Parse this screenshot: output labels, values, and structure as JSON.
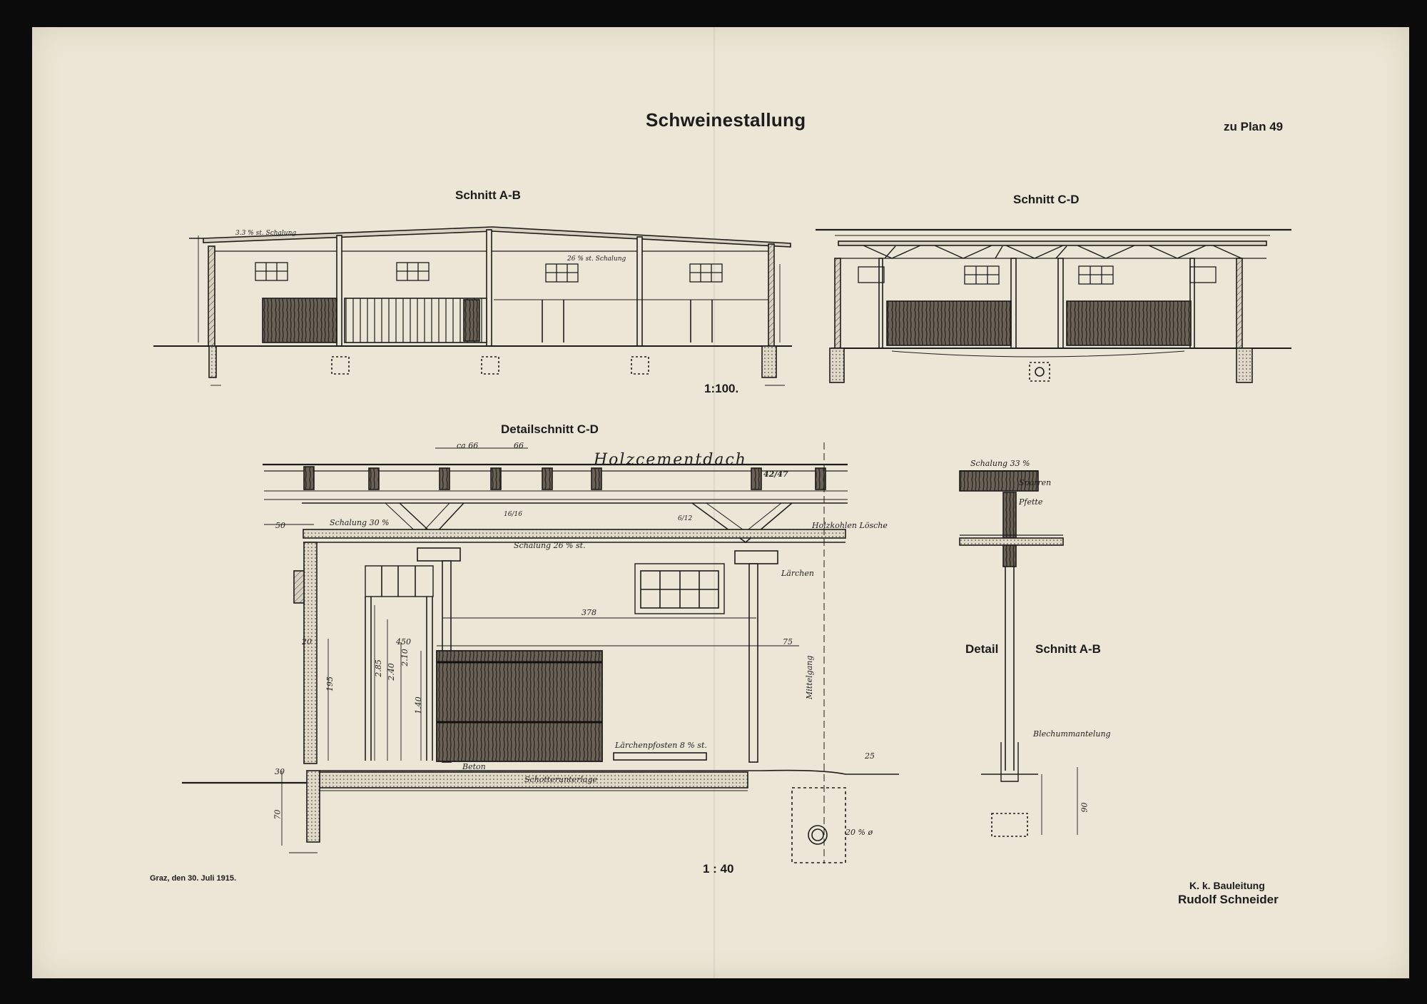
{
  "sheet": {
    "title": "Schweinestallung",
    "plan_ref": "zu Plan 49",
    "date_line": "Graz, den 30. Juli 1915.",
    "signature_office": "K. k. Bauleitung",
    "signature_name": "Rudolf Schneider"
  },
  "sections": {
    "ab_title": "Schnitt A-B",
    "cd_title": "Schnitt C-D",
    "scale_100": "1:100.",
    "detail_cd_title": "Detailschnitt C-D",
    "scale_40": "1 : 40",
    "detail_ab_word1": "Detail",
    "detail_ab_word2": "Schnitt A-B"
  },
  "annotations": {
    "roof_cd": "Holzcementdach",
    "schalung_30": "Schalung 30 %",
    "holzkohlen": "Holzkohlen Lösche",
    "schalung_26": "Schalung 26 % st.",
    "laerchen": "Lärchen",
    "laerchenpfosten": "Lärchenpfosten 8 % st.",
    "mittelgang": "Mittelgang",
    "beton": "Beton",
    "schotter": "Schotterunterlage",
    "rohr": "20 % ø",
    "schalung_33": "Schalung 33 %",
    "sparren": "Sparren",
    "pfette": "Pfette",
    "blechummantelung": "Blechummantelung",
    "ab_schalung": "3.3 % st. Schalung",
    "ab_schalung2": "26 % st. Schalung"
  },
  "dimensions": {
    "d_ca66": "ca 66",
    "d_66": "66",
    "d_4247": "42/47",
    "d_1616": "16/16",
    "d_612": "6/12",
    "d_378": "378",
    "d_450": "450",
    "d_75": "75",
    "d_285": "2.85",
    "d_240": "2.40",
    "d_210": "2.10",
    "d_195": "195",
    "d_140": "1.40",
    "d_50": "50",
    "d_20": "20",
    "d_30": "30",
    "d_70": "70",
    "d_25": "25",
    "d_90": "90"
  },
  "colors": {
    "paper": "#ece6d6",
    "ink": "#1c1c1c",
    "background": "#0b0b0b"
  }
}
